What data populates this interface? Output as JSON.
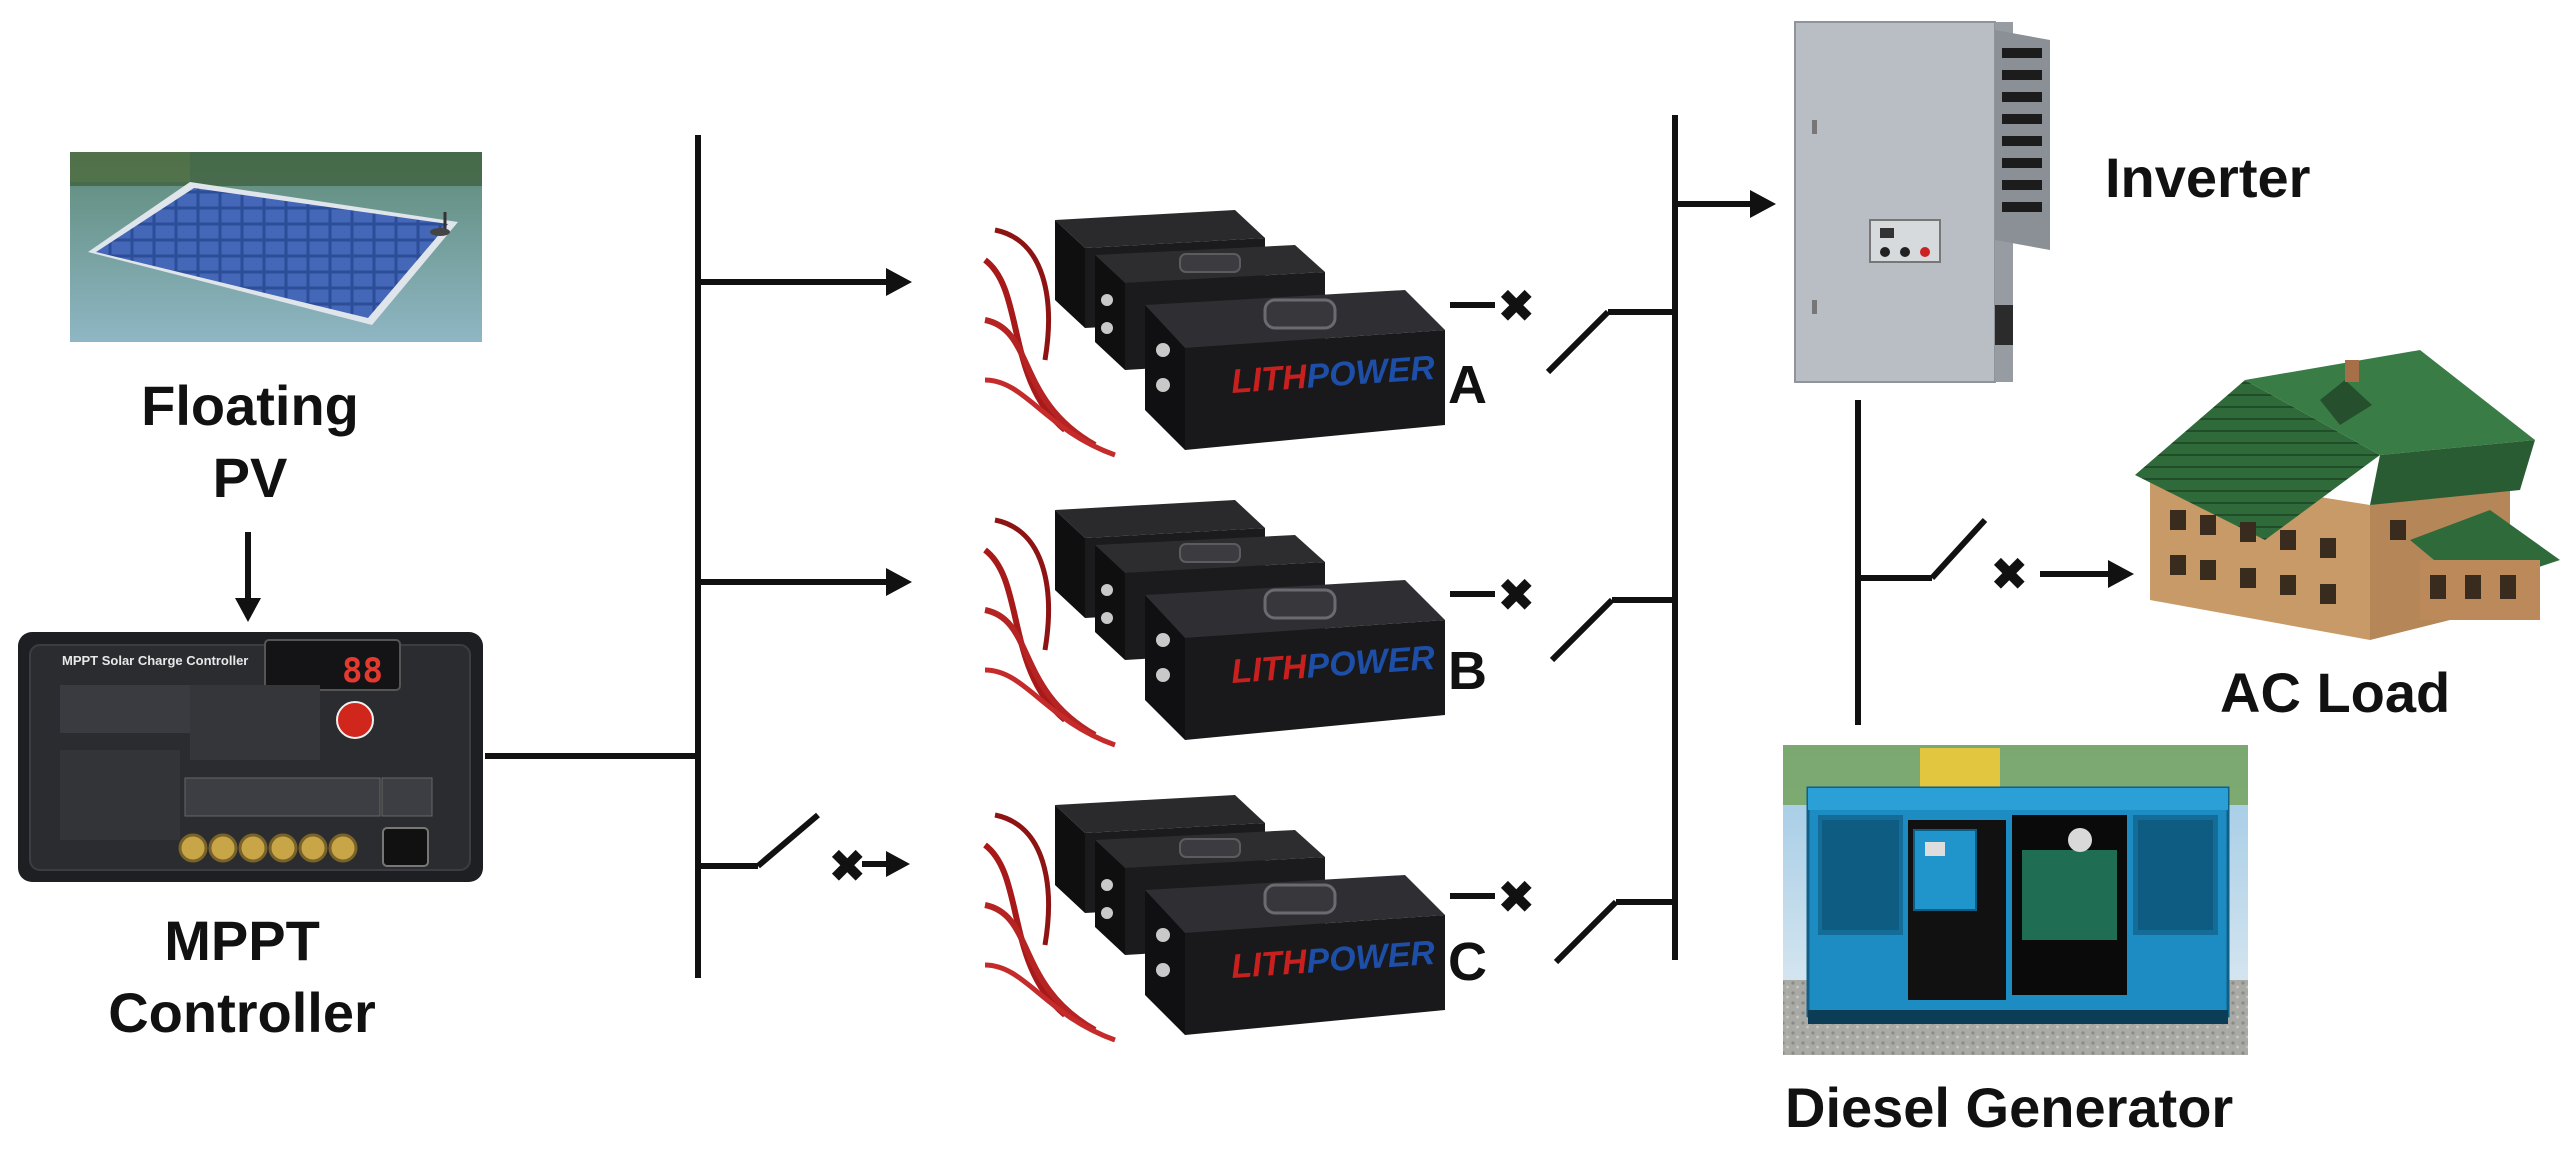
{
  "labels": {
    "floating_pv": "Floating\nPV",
    "mppt_controller": "MPPT\nController",
    "inverter": "Inverter",
    "ac_load": "AC Load",
    "diesel_generator": "Diesel Generator",
    "battery_a": "A",
    "battery_b": "B",
    "battery_c": "C"
  },
  "controller_panel": {
    "title": "MPPT Solar Charge Controller",
    "display": "88"
  },
  "battery_brand": {
    "part1": "LITH",
    "part2": "POWER"
  },
  "colors": {
    "line": "#111111",
    "battery_body": "#1b1b1d",
    "brand_red": "#c8201e",
    "brand_blue": "#1e4fa8",
    "cabinet": "#b9bec4",
    "generator": "#1c8cc2",
    "roof": "#2f6b3a"
  }
}
